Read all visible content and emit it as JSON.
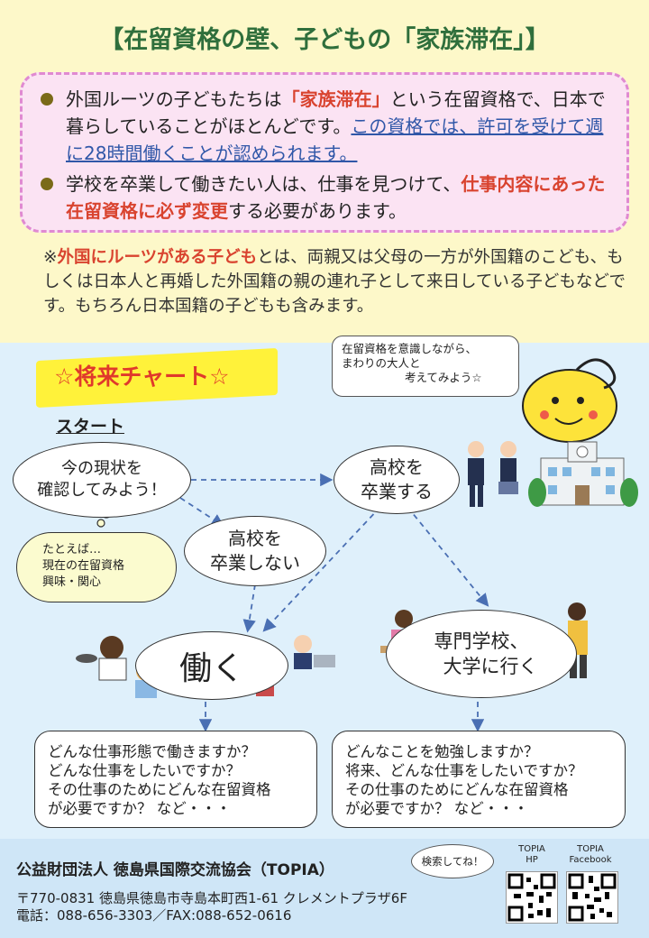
{
  "title": "【在留資格の壁、子どもの「家族滞在」】",
  "bullets": {
    "b1_part1": "外国ルーツの子どもたちは",
    "b1_red": "「家族滞在」",
    "b1_part2": "という在留資格で、日本で暮らしていることがほとんどです。",
    "b1_link": "この資格では、許可を受けて週に28時間働くことが認められます。",
    "b2_part1": "学校を卒業して働きたい人は、仕事を見つけて、",
    "b2_red": "仕事内容にあった在留資格に必ず変更",
    "b2_part2": "する必要があります。"
  },
  "note": {
    "prefix": "※",
    "red": "外国にルーツがある子ども",
    "text": "とは、両親又は父母の一方が外国籍のこども、もしくは日本人と再婚した外国籍の親の連れ子として来日している子どもなどです。もちろん日本国籍の子どもも含みます。"
  },
  "chart": {
    "banner": "☆将来チャート☆",
    "start": "スタート",
    "speech": [
      "在留資格を意識しながら、",
      "まわりの大人と",
      "考えてみよう☆"
    ],
    "current": [
      "今の現状を",
      "確認してみよう！"
    ],
    "cloud": [
      "たとえば…",
      "現在の在留資格",
      "興味・関心"
    ],
    "graduate": [
      "高校を",
      "卒業する"
    ],
    "not_graduate": [
      "高校を",
      "卒業しない"
    ],
    "work": "働く",
    "study": [
      "専門学校、",
      "大学に行く"
    ],
    "work_questions": [
      "どんな仕事形態で働きますか？",
      "どんな仕事をしたいですか？",
      "その仕事のためにどんな在留資格",
      "が必要ですか？ など・・・"
    ],
    "study_questions": [
      "どんなことを勉強しますか？",
      "将来、どんな仕事をしたいですか？",
      "その仕事のためにどんな在留資格",
      "が必要ですか？ など・・・"
    ]
  },
  "footer": {
    "org": "公益財団法人 徳島県国際交流協会（TOPIA）",
    "address": "〒770-0831 徳島県徳島市寺島本町西1-61 クレメントプラザ6F",
    "phone": "電話：088-656-3303／FAX:088-652-0616",
    "search": "検索してね！",
    "qr1": [
      "TOPIA",
      "HP"
    ],
    "qr2": [
      "TOPIA",
      "Facebook"
    ]
  }
}
